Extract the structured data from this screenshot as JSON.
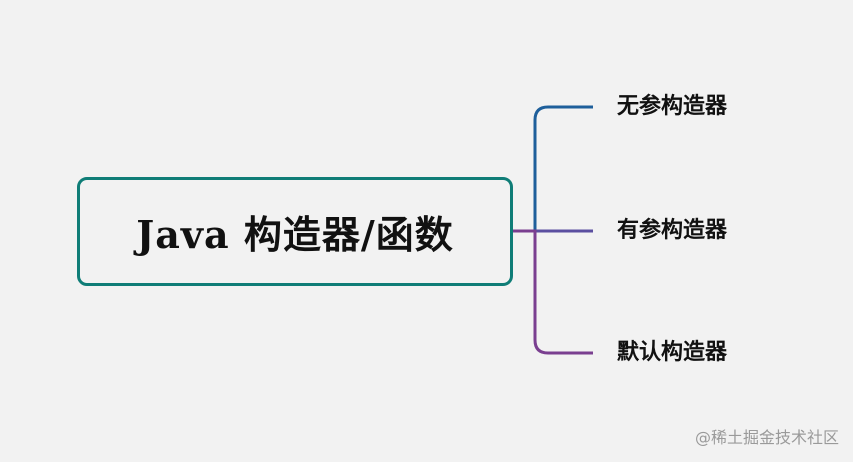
{
  "diagram": {
    "root": {
      "label": "Java 构造器/函数"
    },
    "branches": [
      {
        "label": "无参构造器",
        "color": "#1e5f9b"
      },
      {
        "label": "有参构造器",
        "color": "#5b4fa0"
      },
      {
        "label": "默认构造器",
        "color": "#7a3f90"
      }
    ],
    "root_border_color": "#0f7d77"
  },
  "watermark": "@稀土掘金技术社区"
}
